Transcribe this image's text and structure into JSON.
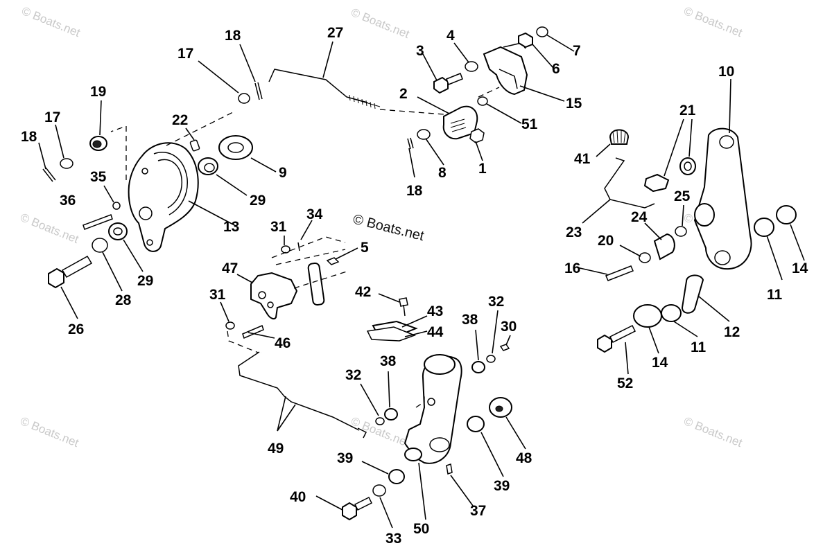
{
  "watermarks": {
    "corner": "© Boats.net",
    "center": "© Boats.net"
  },
  "labels": {
    "p1": "1",
    "p2": "2",
    "p3": "3",
    "p4": "4",
    "p5": "5",
    "p6": "6",
    "p7": "7",
    "p8": "8",
    "p9": "9",
    "p10": "10",
    "p11a": "11",
    "p11b": "11",
    "p12": "12",
    "p13": "13",
    "p14a": "14",
    "p14b": "14",
    "p15": "15",
    "p16": "16",
    "p17a": "17",
    "p17b": "17",
    "p18a": "18",
    "p18b": "18",
    "p18c": "18",
    "p19": "19",
    "p20": "20",
    "p21": "21",
    "p22": "22",
    "p23": "23",
    "p24": "24",
    "p25": "25",
    "p26": "26",
    "p27": "27",
    "p28": "28",
    "p29a": "29",
    "p29b": "29",
    "p30": "30",
    "p31a": "31",
    "p31b": "31",
    "p32a": "32",
    "p32b": "32",
    "p33": "33",
    "p34": "34",
    "p35": "35",
    "p36": "36",
    "p37": "37",
    "p38a": "38",
    "p38b": "38",
    "p39a": "39",
    "p39b": "39",
    "p40": "40",
    "p41": "41",
    "p42": "42",
    "p43": "43",
    "p44": "44",
    "p46": "46",
    "p47": "47",
    "p48": "48",
    "p49": "49",
    "p50": "50",
    "p51": "51",
    "p52": "52"
  }
}
